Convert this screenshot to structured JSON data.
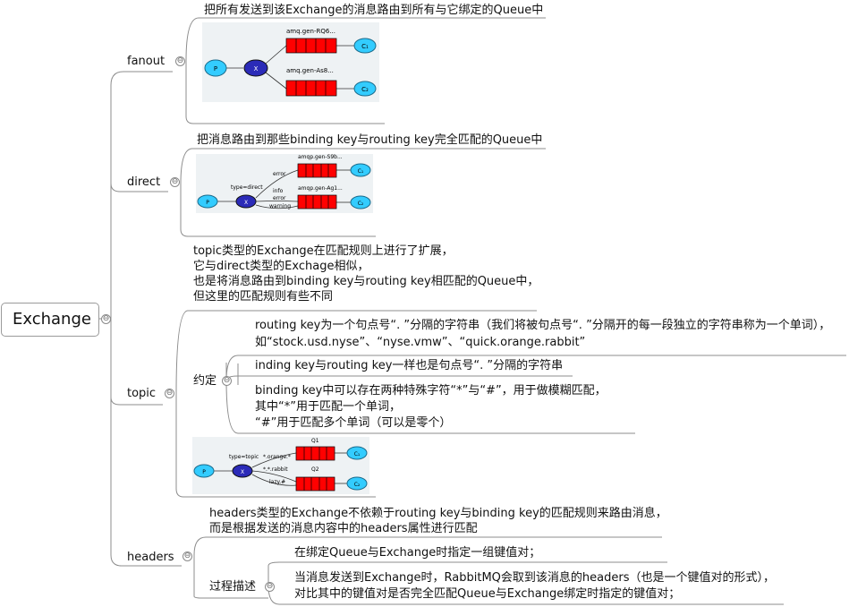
{
  "root": {
    "label": "Exchange"
  },
  "fanout": {
    "label": "fanout",
    "description": "把所有发送到该Exchange的消息路由到所有与它绑定的Queue中",
    "diagram": {
      "producer": "P",
      "exchange": "X",
      "queue1": "amq.gen-RQ6...",
      "queue2": "amq.gen-As8...",
      "consumer1": "C₁",
      "consumer2": "C₂"
    }
  },
  "direct": {
    "label": "direct",
    "description": "把消息路由到那些binding key与routing key完全匹配的Queue中",
    "diagram": {
      "producer": "P",
      "exchange": "X",
      "type_label": "type=direct",
      "queue1": "amqp.gen-S9b...",
      "queue2": "amqp.gen-Ag1...",
      "key_error": "error",
      "key_info": "info",
      "key_error2": "error",
      "key_warning": "warning",
      "consumer1": "C₁",
      "consumer2": "C₂"
    }
  },
  "topic": {
    "label": "topic",
    "intro_lines": [
      "topic类型的Exchange在匹配规则上进行了扩展，",
      "它与direct类型的Exchage相似，",
      "也是将消息路由到binding key与routing key相匹配的Queue中，",
      "但这里的匹配规则有些不同"
    ],
    "rules_label": "约定",
    "rule1_lines": [
      "routing key为一个句点号“. ”分隔的字符串（我们将被句点号“. ”分隔开的每一段独立的字符串称为一个单词），",
      "如“stock.usd.nyse”、“nyse.vmw”、“quick.orange.rabbit”"
    ],
    "rule2": "inding key与routing key一样也是句点号“. ”分隔的字符串",
    "rule3_lines": [
      "binding key中可以存在两种特殊字符“*”与“#”，用于做模糊匹配，",
      "其中“*”用于匹配一个单词，",
      "“#”用于匹配多个单词（可以是零个）"
    ],
    "diagram": {
      "producer": "P",
      "exchange": "X",
      "type_label": "type=topic",
      "key1": "*.orange.*",
      "key2": "*.*.rabbit",
      "key3": "lazy.#",
      "queue1": "Q1",
      "queue2": "Q2",
      "consumer1": "C₁",
      "consumer2": "C₂"
    }
  },
  "headers": {
    "label": "headers",
    "intro_lines": [
      "headers类型的Exchange不依赖于routing key与binding key的匹配规则来路由消息，",
      "而是根据发送的消息内容中的headers属性进行匹配"
    ],
    "process_label": "过程描述",
    "step1": "在绑定Queue与Exchange时指定一组键值对；",
    "step2_lines": [
      "当消息发送到Exchange时，RabbitMQ会取到该消息的headers（也是一个键值对的形式），",
      "对比其中的键值对是否完全匹配Queue与Exchange绑定时指定的键值对；"
    ]
  },
  "fold_symbol": "⊖",
  "colors": {
    "queue_fill": "#ff0000",
    "exchange_fill": "#2b2bb8",
    "node_fill": "#33ccff",
    "line": "#7f7f7f"
  }
}
